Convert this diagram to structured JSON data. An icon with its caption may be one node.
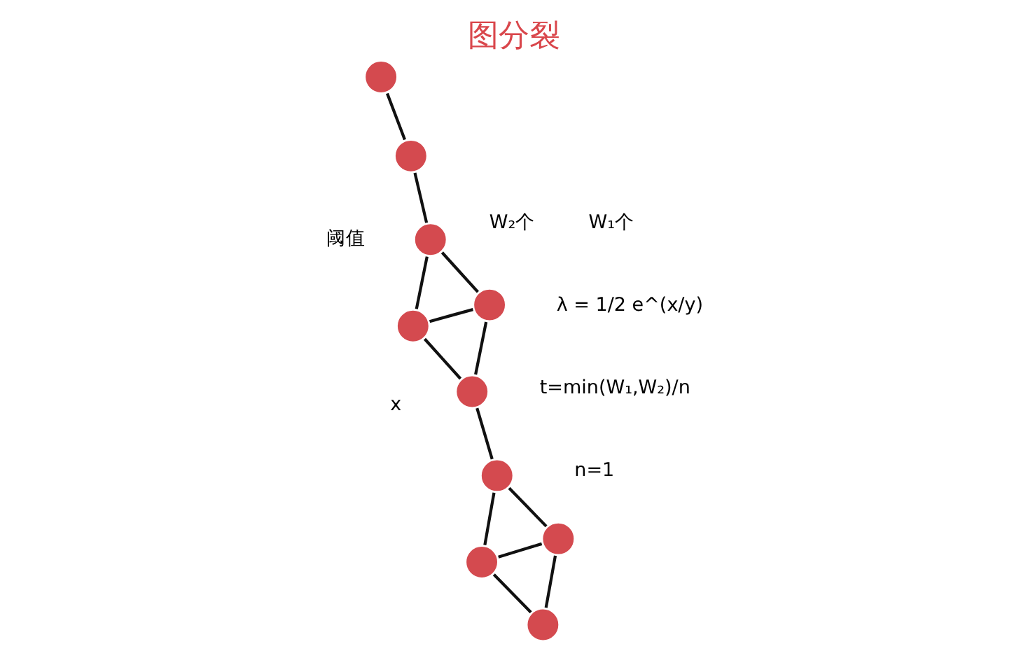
{
  "diagram": {
    "title": "图分裂",
    "nodes": [
      {
        "text": [],
        "shape": "circle"
      },
      {
        "text": [],
        "shape": "circle"
      },
      {
        "text": [],
        "shape": "circle"
      },
      {
        "text": [],
        "shape": "circle"
      },
      {
        "text": [],
        "shape": "circle"
      },
      {
        "text": [],
        "shape": "circle"
      },
      {
        "text": [],
        "shape": "circle"
      },
      {
        "text": [],
        "shape": "circle"
      },
      {
        "text": [],
        "shape": "circle"
      },
      {
        "text": [],
        "shape": "circle"
      }
    ],
    "edges": [
      {
        "from": 0,
        "to": 1,
        "arrow": "none"
      },
      {
        "from": 1,
        "to": 5,
        "arrow": "none"
      },
      {
        "from": 2,
        "to": 3,
        "arrow": "none"
      },
      {
        "from": 2,
        "to": 4,
        "arrow": "none"
      },
      {
        "from": 3,
        "to": 4,
        "arrow": "none"
      },
      {
        "from": 2,
        "to": 5,
        "arrow": "none"
      },
      {
        "from": 5,
        "to": 4,
        "arrow": "none"
      },
      {
        "from": 3,
        "to": 6,
        "arrow": "none"
      },
      {
        "from": 6,
        "to": 7,
        "arrow": "none"
      },
      {
        "from": 6,
        "to": 8,
        "arrow": "none"
      },
      {
        "from": 7,
        "to": 8,
        "arrow": "none"
      },
      {
        "from": 7,
        "to": 9,
        "arrow": "none"
      },
      {
        "from": 8,
        "to": 9,
        "arrow": "none"
      }
    ],
    "labels": [
      "W₁个",
      "W₂个",
      "x",
      "n=1",
      "t=min(W₁,W₂)/n",
      "λ = 1/2 e^(x/y)",
      "阈值"
    ]
  }
}
